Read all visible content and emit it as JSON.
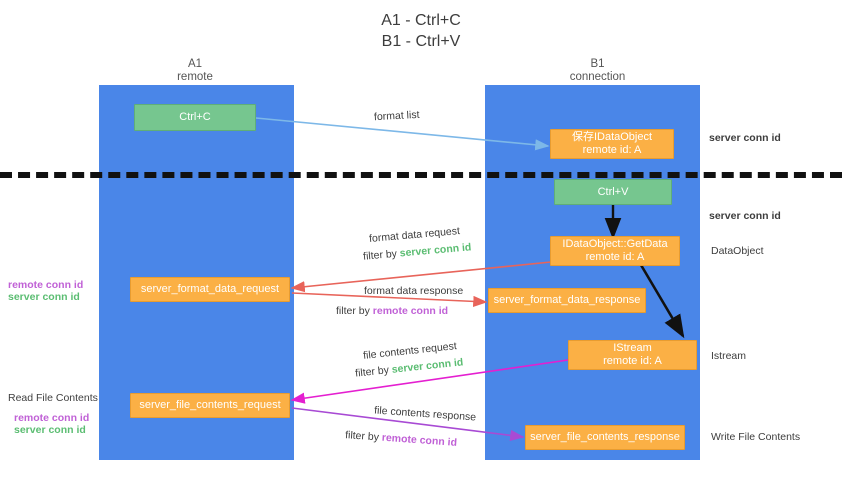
{
  "title": {
    "line1": "A1 - Ctrl+C",
    "line2": "B1 - Ctrl+V"
  },
  "lanes": [
    {
      "name": "A1",
      "sub": "remote"
    },
    {
      "name": "B1",
      "sub": "connection"
    }
  ],
  "nodes": {
    "ctrl_c": "Ctrl+C",
    "ctrl_v": "Ctrl+V",
    "save_idataobject_l1": "保存IDataObject",
    "save_idataobject_l2": "remote id: A",
    "getdata_l1": "IDataObject::GetData",
    "getdata_l2": "remote id: A",
    "istream_l1": "IStream",
    "istream_l2": "remote id: A",
    "server_format_data_request": "server_format_data_request",
    "server_format_data_response": "server_format_data_response",
    "server_file_contents_request": "server_file_contents_request",
    "server_file_contents_response": "server_file_contents_response"
  },
  "edge_labels": {
    "format_list": "format list",
    "format_data_request": "format data request",
    "format_data_response": "format data response",
    "file_contents_request": "file contents request",
    "file_contents_response": "file contents response",
    "filter_by": "filter by",
    "server_conn_id": "server conn id",
    "remote_conn_id": "remote conn id"
  },
  "side_right": {
    "server_conn_id_1": "server conn id",
    "server_conn_id_2": "server conn id",
    "dataobject": "DataObject",
    "istream": "Istream",
    "write_file_contents": "Write File Contents"
  },
  "side_left": {
    "remote_conn_id_1": "remote conn id",
    "server_conn_id_1": "server conn id",
    "read_file_contents": "Read File Contents",
    "remote_conn_id_2": "remote conn id",
    "server_conn_id_2": "server conn id"
  },
  "colors": {
    "lane": "#4a86e8",
    "green_node": "#76c68f",
    "orange_node": "#fbb045",
    "server_conn": "#5bbd72",
    "remote_conn": "#c061d6",
    "arrow_blue": "#7db8e8",
    "arrow_red": "#e8645a",
    "arrow_black": "#111111",
    "arrow_magenta": "#e41fd0",
    "arrow_purple": "#a84ad4",
    "divider": "#111111"
  }
}
